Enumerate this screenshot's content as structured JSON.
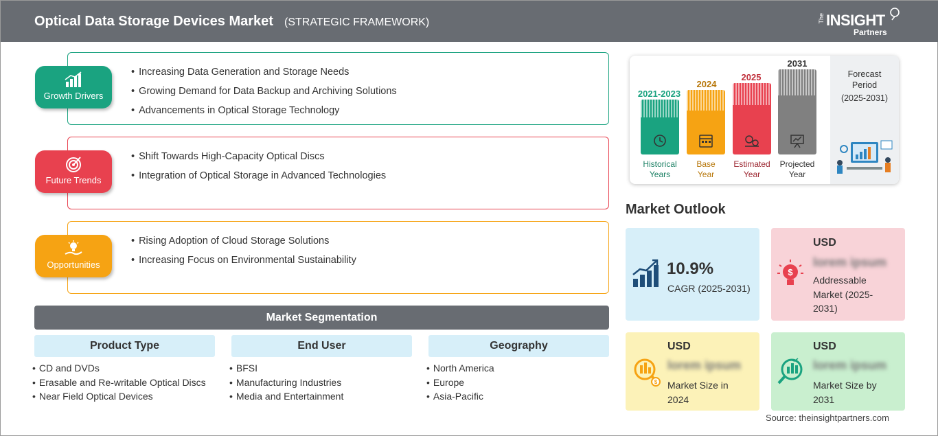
{
  "header": {
    "title": "Optical Data Storage Devices Market",
    "subtitle": "(STRATEGIC FRAMEWORK)",
    "logo": {
      "the": "The",
      "insight": "INSIGHT",
      "partners": "Partners"
    }
  },
  "framework": [
    {
      "label": "Growth Drivers",
      "color": "#1aa380",
      "icon": "growth-chart-icon",
      "items": [
        "Increasing Data Generation and Storage Needs",
        "Growing Demand for Data Backup and Archiving Solutions",
        "Advancements in Optical Storage Technology"
      ]
    },
    {
      "label": "Future Trends",
      "color": "#e8414f",
      "icon": "target-icon",
      "items": [
        "Shift Towards High-Capacity Optical Discs",
        "Integration of Optical Storage in Advanced Technologies"
      ]
    },
    {
      "label": "Opportunities",
      "color": "#f6a313",
      "icon": "lightbulb-hand-icon",
      "items": [
        "Rising Adoption of Cloud Storage Solutions",
        "Increasing Focus on Environmental Sustainability"
      ]
    }
  ],
  "segmentation": {
    "title": "Market Segmentation",
    "columns": [
      {
        "heading": "Product Type",
        "items": [
          "CD and DVDs",
          "Erasable and Re-writable Optical Discs",
          "Near Field Optical Devices"
        ]
      },
      {
        "heading": "End User",
        "items": [
          "BFSI",
          "Manufacturing Industries",
          "Media and Entertainment"
        ]
      },
      {
        "heading": "Geography",
        "items": [
          "North America",
          "Europe",
          "Asia-Pacific"
        ]
      }
    ]
  },
  "timeline": {
    "bars": [
      {
        "year": "2021-2023",
        "label1": "Historical",
        "label2": "Years",
        "color": "#1aa380",
        "icon": "history-clock-icon"
      },
      {
        "year": "2024",
        "label1": "Base",
        "label2": "Year",
        "color": "#f6a313",
        "icon": "calendar-icon"
      },
      {
        "year": "2025",
        "label1": "Estimated",
        "label2": "Year",
        "color": "#e8414f",
        "icon": "estimate-gears-icon"
      },
      {
        "year": "2031",
        "label1": "Projected",
        "label2": "Year",
        "color": "#808080",
        "icon": "presentation-board-icon"
      }
    ],
    "forecast": {
      "line1": "Forecast",
      "line2": "Period",
      "line3": "(2025-2031)"
    }
  },
  "outlook": {
    "title": "Market Outlook",
    "cagr": {
      "value": "10.9%",
      "label": "CAGR (2025-2031)",
      "bg": "#d7eff9",
      "icon": "growth-bars-icon"
    },
    "addressable": {
      "usd": "USD",
      "value": "lorem ipsum",
      "label1": "Addressable",
      "label2": "Market (2025-",
      "label3": "2031)",
      "bg": "#f8d3d8",
      "icon": "idea-bulb-icon"
    },
    "size2024": {
      "usd": "USD",
      "value": "lorem ipsum",
      "label1": "Market Size in",
      "label2": "2024",
      "bg": "#fcf2b8",
      "icon": "money-magnifier-icon"
    },
    "size2031": {
      "usd": "USD",
      "value": "lorem ipsum",
      "label1": "Market Size by",
      "label2": "2031",
      "bg": "#c9efcf",
      "icon": "chart-magnifier-icon"
    }
  },
  "source": "Source: theinsightpartners.com"
}
